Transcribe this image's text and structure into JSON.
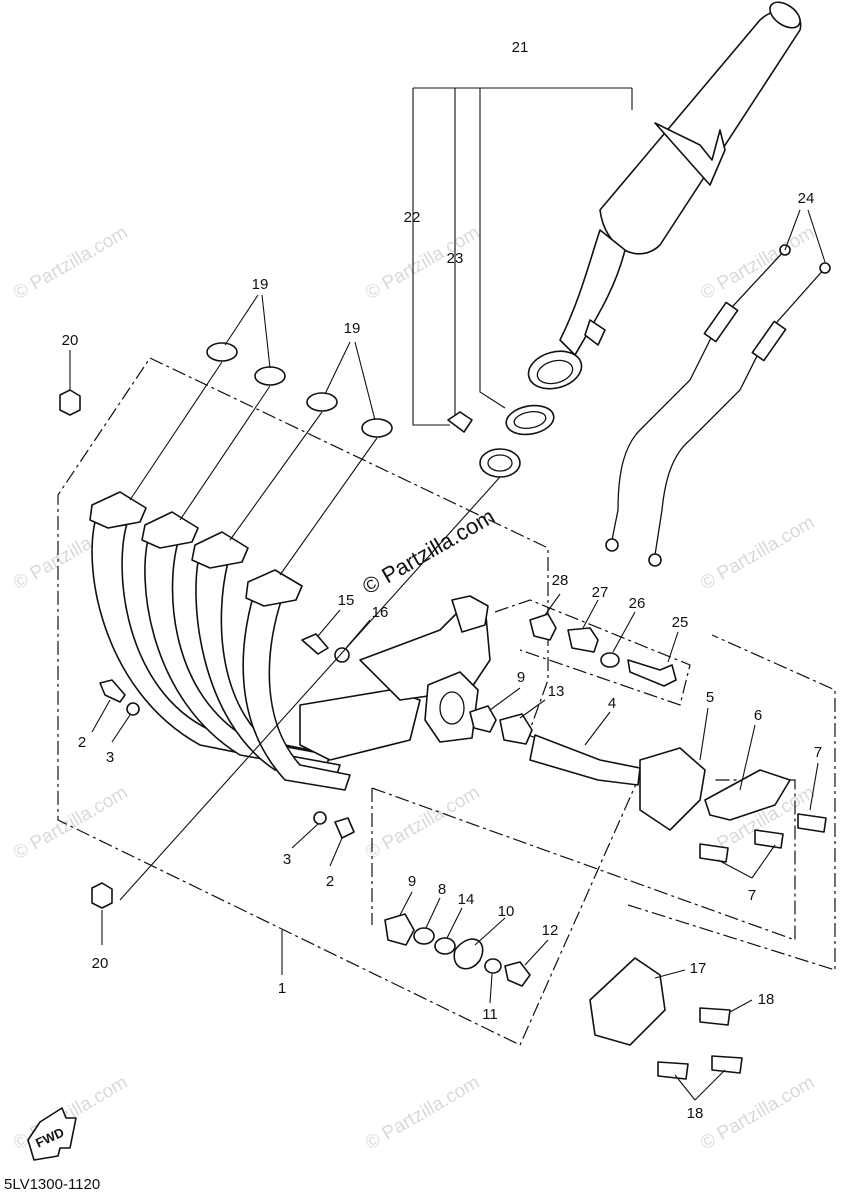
{
  "watermark": "© Partzilla.com",
  "brand_mark": "© Partzilla.com",
  "fwd_label": "FWD",
  "diagram_code": "5LV1300-1120",
  "callouts": {
    "c1": "1",
    "c2a": "2",
    "c2b": "2",
    "c3a": "3",
    "c3b": "3",
    "c4": "4",
    "c5": "5",
    "c6": "6",
    "c7a": "7",
    "c7b": "7",
    "c8": "8",
    "c9a": "9",
    "c9b": "9",
    "c10": "10",
    "c11": "11",
    "c12": "12",
    "c13": "13",
    "c14": "14",
    "c15": "15",
    "c16": "16",
    "c17": "17",
    "c18a": "18",
    "c18b": "18",
    "c19a": "19",
    "c19b": "19",
    "c20a": "20",
    "c20b": "20",
    "c21": "21",
    "c22": "22",
    "c23": "23",
    "c24": "24",
    "c25": "25",
    "c26": "26",
    "c27": "27",
    "c28": "28"
  }
}
